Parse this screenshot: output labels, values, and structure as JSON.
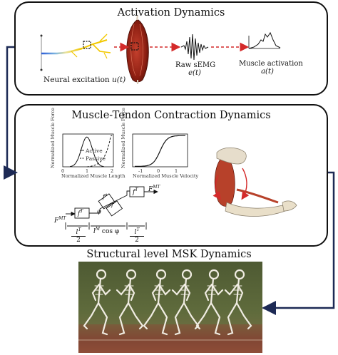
{
  "activation": {
    "title": "Activation Dynamics",
    "neural_label": "Neural excitation",
    "neural_symbol": "u(t)",
    "emg_label": "Raw sEMG",
    "emg_symbol": "e(t)",
    "act_label": "Muscle activation",
    "act_symbol": "a(t)"
  },
  "contraction": {
    "title": "Muscle-Tendon Contraction Dynamics",
    "fl_plot": {
      "ylabel": "Normalized Muscle Force",
      "xlabel": "Normalized Muscle Length",
      "xticks": [
        "0",
        "1",
        "2"
      ],
      "legend": [
        "Active",
        "Passive"
      ]
    },
    "fv_plot": {
      "ylabel": "Normalized Muscle Force",
      "xlabel": "Normalized Muscle Velocity",
      "xticks": [
        "-1",
        "0",
        "1"
      ]
    },
    "model": {
      "fmt_right": "F",
      "fmt_left": "F",
      "sup": "MT",
      "ft": "f",
      "ft_sup": "T",
      "fa": "f",
      "fa_sup": "A",
      "fp": "f",
      "fp_sup": "P",
      "phi": "φ",
      "lt_half": "l",
      "lt_sup": "T",
      "two": "2",
      "lm_cos": "l",
      "lm_sup": "M",
      "cos_phi": "cos φ"
    }
  },
  "structural": {
    "title": "Structural level MSK Dynamics"
  },
  "colors": {
    "accent_red": "#d42a2a",
    "arrow_navy": "#1d2a55",
    "border": "#111111"
  },
  "icons": [
    "muscle-icon",
    "arm-icon",
    "skeleton-runner-icon",
    "emg-waveform-icon",
    "neuron-icon"
  ]
}
